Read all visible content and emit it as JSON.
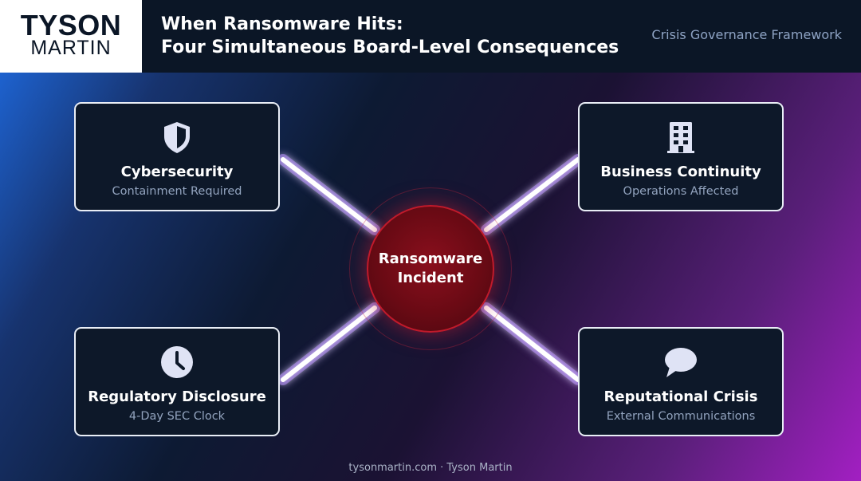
{
  "header": {
    "logo_top": "TYSON",
    "logo_bottom": "MARTIN",
    "title_line1": "When Ransomware Hits:",
    "title_line2": "Four Simultaneous Board-Level Consequences",
    "subtitle": "Crisis Governance Framework"
  },
  "center": {
    "line1": "Ransomware",
    "line2": "Incident"
  },
  "cards": [
    {
      "icon": "shield-icon",
      "title": "Cybersecurity",
      "subtitle": "Containment Required"
    },
    {
      "icon": "building-icon",
      "title": "Business Continuity",
      "subtitle": "Operations Affected"
    },
    {
      "icon": "clock-icon",
      "title": "Regulatory Disclosure",
      "subtitle": "4-Day SEC Clock"
    },
    {
      "icon": "speech-bubble-icon",
      "title": "Reputational Crisis",
      "subtitle": "External Communications"
    }
  ],
  "footer": "tysonmartin.com · Tyson Martin",
  "colors": {
    "header_bg": "#0b1626",
    "card_bg": "#0d1829",
    "center_red": "#8a0f1d",
    "accent_blue": "#1f6ee8",
    "accent_purple": "#a21fc2"
  }
}
